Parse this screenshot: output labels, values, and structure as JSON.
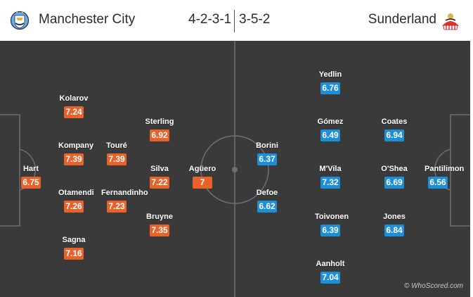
{
  "header": {
    "home_team": "Manchester City",
    "away_team": "Sunderland",
    "home_formation": "4-2-3-1",
    "away_formation": "3-5-2",
    "home_crest_icon": "manchester-city-crest-icon",
    "away_crest_icon": "sunderland-crest-icon"
  },
  "colors": {
    "home_rating": "#e8622a",
    "away_rating": "#1d8ed8",
    "pitch": "#3a3a3a"
  },
  "home_players": [
    {
      "name": "Hart",
      "rating": "6.75"
    },
    {
      "name": "Kolarov",
      "rating": "7.24"
    },
    {
      "name": "Kompany",
      "rating": "7.39"
    },
    {
      "name": "Otamendi",
      "rating": "7.26"
    },
    {
      "name": "Sagna",
      "rating": "7.16"
    },
    {
      "name": "Touré",
      "rating": "7.39"
    },
    {
      "name": "Fernandinho",
      "rating": "7.23"
    },
    {
      "name": "Sterling",
      "rating": "6.92"
    },
    {
      "name": "Silva",
      "rating": "7.22"
    },
    {
      "name": "Bruyne",
      "rating": "7.35"
    },
    {
      "name": "Agüero",
      "rating": "7"
    }
  ],
  "away_players": [
    {
      "name": "Borini",
      "rating": "6.37"
    },
    {
      "name": "Defoe",
      "rating": "6.62"
    },
    {
      "name": "Yedlin",
      "rating": "6.76"
    },
    {
      "name": "Gómez",
      "rating": "6.49"
    },
    {
      "name": "M'Vila",
      "rating": "7.32"
    },
    {
      "name": "Toivonen",
      "rating": "6.39"
    },
    {
      "name": "Aanholt",
      "rating": "7.04"
    },
    {
      "name": "Coates",
      "rating": "6.94"
    },
    {
      "name": "O'Shea",
      "rating": "6.69"
    },
    {
      "name": "Jones",
      "rating": "6.84"
    },
    {
      "name": "Pantilimon",
      "rating": "6.56"
    }
  ],
  "watermark": "© WhoScored.com"
}
